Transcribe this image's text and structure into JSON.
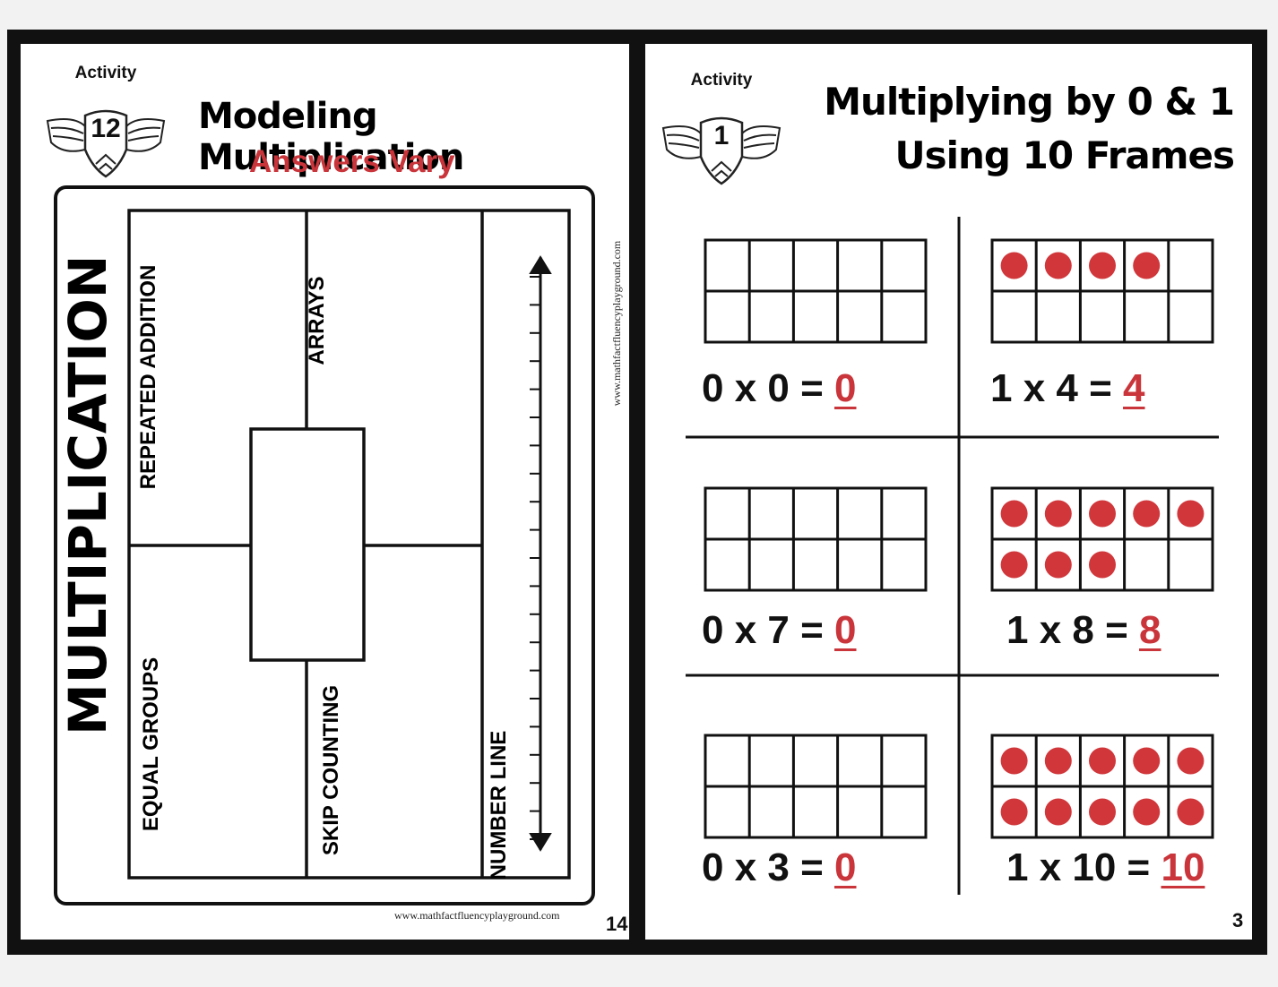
{
  "left_page": {
    "badge": {
      "label": "Activity",
      "number": "12"
    },
    "title": "Modeling Multiplication",
    "subtitle": "Answers Vary",
    "vertical_title": "MULTIPLICATION",
    "sections": {
      "repeated_addition": "REPEATED ADDITION",
      "arrays": "ARRAYS",
      "equal_groups": "EQUAL GROUPS",
      "skip_counting": "SKIP COUNTING",
      "number_line": "NUMBER LINE"
    },
    "side_url": "www.mathfactfluencyplayground.com",
    "footer_url": "www.mathfactfluencyplayground.com",
    "page_number": "14"
  },
  "right_page": {
    "badge": {
      "label": "Activity",
      "number": "1"
    },
    "title_line1": "Multiplying by 0 & 1",
    "title_line2": "Using 10 Frames",
    "page_number": "3",
    "dot_color": "#d0363a",
    "problems": [
      {
        "expr": "0 x 0 = ",
        "answer": "0",
        "filled": 0
      },
      {
        "expr": "1 x 4 = ",
        "answer": "4",
        "filled": 4
      },
      {
        "expr": "0 x 7 = ",
        "answer": "0",
        "filled": 0
      },
      {
        "expr": "1 x 8 = ",
        "answer": "8",
        "filled": 8
      },
      {
        "expr": "0 x 3 = ",
        "answer": "0",
        "filled": 0
      },
      {
        "expr": "1 x 10 = ",
        "answer": "10",
        "filled": 10
      }
    ]
  }
}
